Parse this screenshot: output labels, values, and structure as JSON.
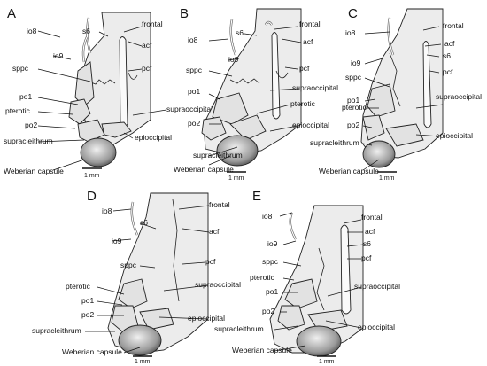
{
  "panels": [
    {
      "letter": "A",
      "scale": "1 mm",
      "labels": {
        "io8": "io8",
        "s6": "s6",
        "frontal": "frontal",
        "acf": "acf",
        "io9": "io9",
        "sppc": "sppc",
        "pcf": "pcf",
        "po1": "po1",
        "pterotic": "pterotic",
        "supraoccipital": "supraoccipital",
        "po2": "po2",
        "epioccipital": "epioccipital",
        "supracleithrum": "supracleithrum",
        "weberian": "Weberian capsule"
      }
    },
    {
      "letter": "B",
      "scale": "1 mm",
      "labels": {
        "io8": "io8",
        "s6": "s6",
        "frontal": "frontal",
        "acf": "acf",
        "io9": "io9",
        "sppc": "sppc",
        "pcf": "pcf",
        "po1": "po1",
        "supraoccipital": "supraoccipital",
        "pterotic": "pterotic",
        "po2": "po2",
        "epioccipital": "epioccipital",
        "supracleithrum": "supracleithrum",
        "weberian": "Weberian capsule"
      }
    },
    {
      "letter": "C",
      "scale": "1 mm",
      "labels": {
        "io8": "io8",
        "frontal": "frontal",
        "acf": "acf",
        "s6": "s6",
        "io9": "io9",
        "pcf": "pcf",
        "sppc": "sppc",
        "po1": "po1",
        "pterotic": "pterotic",
        "supraoccipital": "supraoccipital",
        "po2": "po2",
        "epioccipital": "epioccipital",
        "supracleithrum": "supracleithrum",
        "weberian": "Weberian capsule"
      }
    },
    {
      "letter": "D",
      "scale": "1 mm",
      "labels": {
        "io8": "io8",
        "frontal": "frontal",
        "s6": "s6",
        "acf": "acf",
        "io9": "io9",
        "sppc": "sppc",
        "pcf": "pcf",
        "pterotic": "pterotic",
        "supraoccipital": "supraoccipital",
        "po1": "po1",
        "po2": "po2",
        "epioccipital": "epioccipital",
        "supracleithrum": "supracleithrum",
        "weberian": "Weberian capsule"
      }
    },
    {
      "letter": "E",
      "scale": "1 mm",
      "labels": {
        "io8": "io8",
        "frontal": "frontal",
        "acf": "acf",
        "io9": "io9",
        "s6": "s6",
        "pcf": "pcf",
        "sppc": "sppc",
        "pterotic": "pterotic",
        "po1": "po1",
        "supraoccipital": "supraoccipital",
        "po2": "po2",
        "epioccipital": "epioccipital",
        "supracleithrum": "supracleithrum",
        "weberian": "Weberian capsule"
      }
    }
  ]
}
